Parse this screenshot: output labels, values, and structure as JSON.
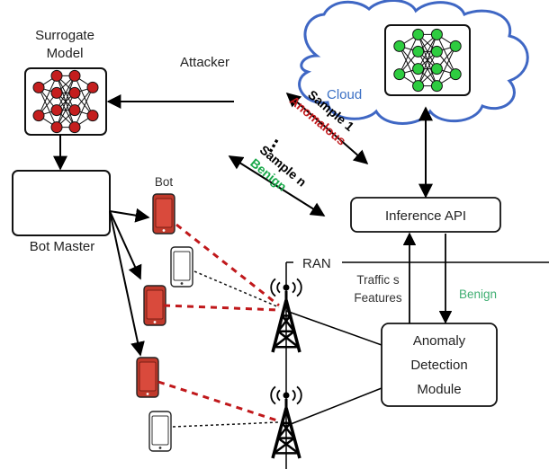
{
  "labels": {
    "surrogate_line1": "Surrogate",
    "surrogate_line2": "Model",
    "attacker": "Attacker",
    "cloud": "Cloud",
    "bot": "Bot",
    "bot_master": "Bot Master",
    "ran": "RAN",
    "inference_api": "Inference API",
    "traffic_line1": "Traffic s",
    "traffic_line2": "Features",
    "benign_response": "Benign",
    "detector_line1": "Anomaly",
    "detector_line2": "Detection",
    "detector_line3": "Module",
    "sample1": "Sample 1",
    "anomalous": "Anomalous",
    "ellipsis": "⋯",
    "samplen": "Sample n",
    "benign_sample": "Benign"
  },
  "colors": {
    "bot_phone": "#c0392b",
    "link_dashed_red": "#c0181b",
    "nn_red": "#c41e1e",
    "nn_green": "#2ecc40",
    "cloud_fill": "#ffffff",
    "cloud_stroke": "#3f67c4",
    "cloud_text": "#3b70c4",
    "anomalous_text": "#c0181b",
    "benign_text": "#1aa84a",
    "benign_response_text": "#3fae72"
  },
  "icons": [
    "neural-network-icon",
    "smartphone-icon",
    "cell-tower-icon",
    "cloud-icon"
  ]
}
